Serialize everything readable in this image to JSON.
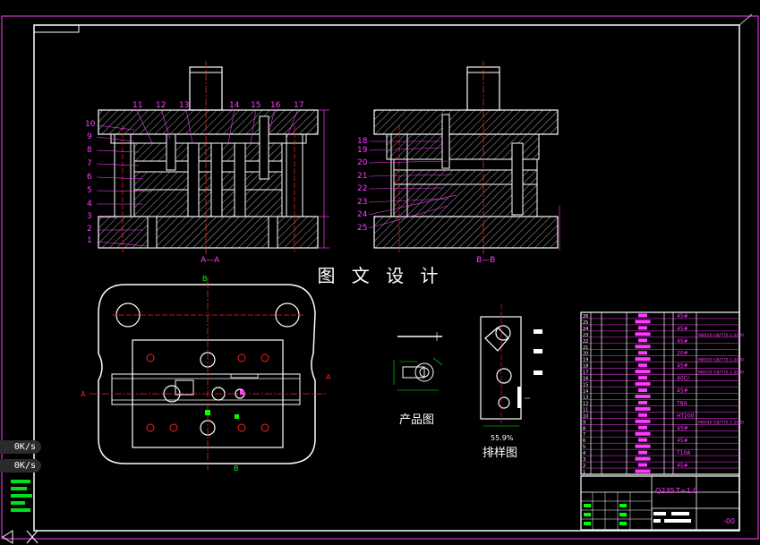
{
  "speed": {
    "upload": "0K/s",
    "download": "0K/s"
  },
  "watermark": "图 文 设 计",
  "views": {
    "section_aa": "A—A",
    "section_bb": "B—B",
    "plan_top": "B",
    "plan_bottom": "B",
    "plan_left": "A",
    "plan_right": "A"
  },
  "left_callouts": [
    "10",
    "9",
    "8",
    "7",
    "6",
    "5",
    "4",
    "3",
    "2",
    "1"
  ],
  "top_callouts": [
    "11",
    "12",
    "13",
    "14",
    "15",
    "16",
    "17"
  ],
  "right_callouts": [
    "18",
    "19",
    "20",
    "21",
    "22",
    "23",
    "24",
    "25"
  ],
  "product_label": "产品图",
  "layout_label": "排样图",
  "utilization": "55.9%",
  "title_block": {
    "material": "Q235",
    "thickness": "T=1.0",
    "drawing_no": "-00"
  },
  "bom_materials": [
    "45#",
    "45#",
    "45#",
    "20#",
    "45#",
    "40Cr",
    "45#",
    "T8A",
    "HT200",
    "45#",
    "45#",
    "T10A",
    "45#"
  ],
  "bom_standards": [
    "M8X20 GB/T70.1-2000",
    "M8X30 GB/T70.1-2000",
    "M6X30 GB/T70.1-2000",
    "M8X40 GB/T70.1-2000"
  ]
}
